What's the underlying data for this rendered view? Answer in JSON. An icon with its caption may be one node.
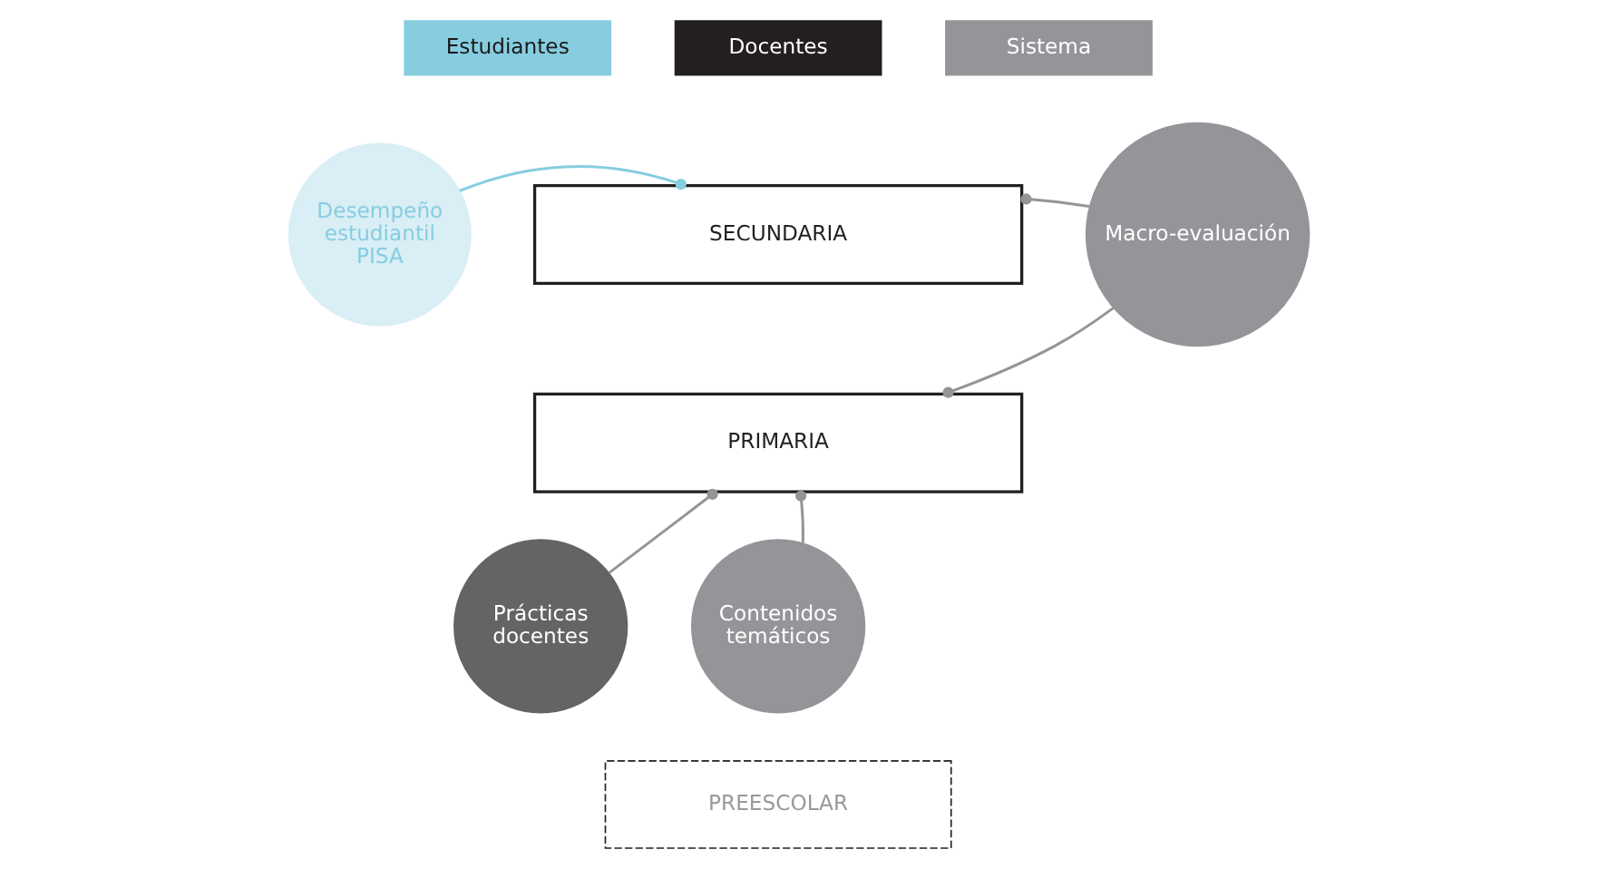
{
  "diagram": {
    "nodes": [
      {
        "text": [
          "Estudiantes"
        ]
      },
      {
        "text": [
          "Docentes"
        ]
      },
      {
        "text": [
          "Sistema"
        ]
      },
      {
        "text": [
          "Desempeño estudiantil PISA"
        ]
      },
      {
        "text": [
          "SECUNDARIA"
        ]
      },
      {
        "text": [
          "Macro-evaluación"
        ]
      },
      {
        "text": [
          "PRIMARIA"
        ]
      },
      {
        "text": [
          "Prácticas docentes"
        ]
      },
      {
        "text": [
          "Contenidos temáticos"
        ]
      },
      {
        "text": [
          "PREESCOLAR"
        ]
      }
    ],
    "edges": [
      {
        "from": 3,
        "to": 4,
        "arrow": "other",
        "color": "#86cde0"
      },
      {
        "from": 5,
        "to": 4,
        "arrow": "other"
      },
      {
        "from": 5,
        "to": 6,
        "arrow": "other"
      },
      {
        "from": 8,
        "to": 6,
        "arrow": "other"
      },
      {
        "from": 7,
        "to": 6,
        "arrow": "other"
      }
    ]
  }
}
